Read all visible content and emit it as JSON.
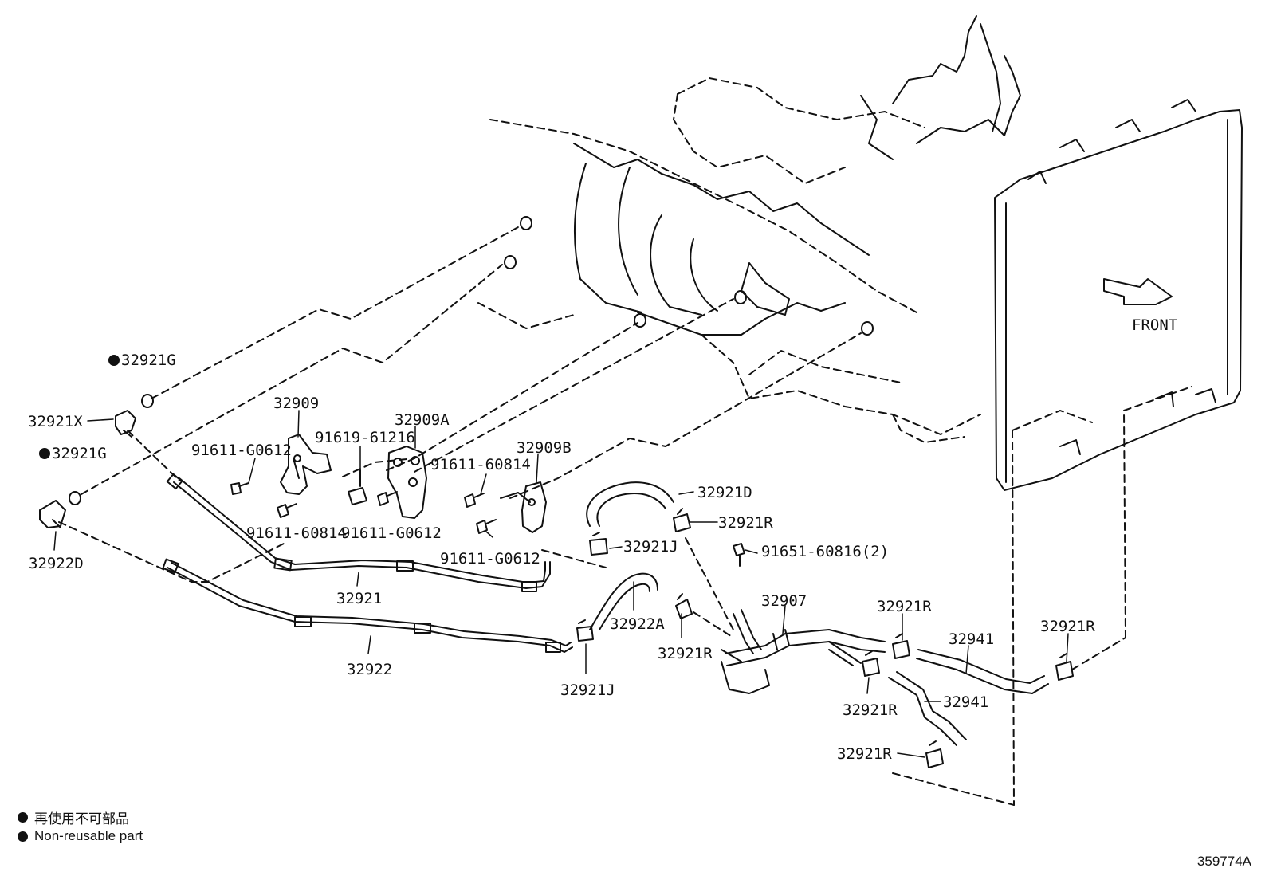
{
  "labels": {
    "oring_upper": "32921G",
    "oring_lower": "32921G",
    "union_upper": "32921X",
    "union_lower": "32922D",
    "bracket_a": "32909",
    "bracket_b": "32909A",
    "bracket_c": "32909B",
    "bolt_1": "91611-G0612",
    "bolt_2": "91619-61216",
    "bolt_3": "91611-60814",
    "bolt_4": "91611-60814",
    "bolt_5": "91611-G0612",
    "bolt_6": "91611-G0612",
    "bolt_7": "91651-60816(2)",
    "tube_outlet": "32921",
    "tube_inlet": "32922",
    "hose_d": "32921D",
    "hose_a": "32922A",
    "clamp_r1": "32921R",
    "clamp_j1": "32921J",
    "clamp_j2": "32921J",
    "clamp_r2": "32921R",
    "cooler": "32907",
    "clamp_r3": "32921R",
    "clamp_r4": "32921R",
    "clamp_r5": "32921R",
    "clamp_r6": "32921R",
    "hose_upper": "32941",
    "hose_lower": "32941",
    "front": "FRONT"
  },
  "legend": {
    "japanese": "再使用不可部品",
    "english": "Non-reusable part"
  },
  "ref_code": "359774A"
}
